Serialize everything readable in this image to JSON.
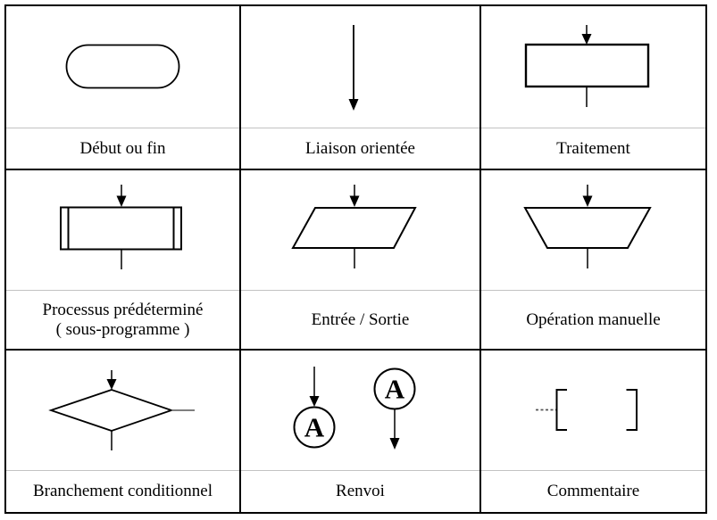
{
  "colors": {
    "background": "#ffffff",
    "grid_line": "#000000",
    "separator_line": "#c3c3c3",
    "text": "#000000",
    "symbol_stroke": "#000000",
    "muted_line": "#555555"
  },
  "table": {
    "rows": [
      {
        "cells": [
          {
            "symbol": "terminator",
            "label": "Début ou fin"
          },
          {
            "symbol": "flow-line-arrow",
            "label": "Liaison orientée"
          },
          {
            "symbol": "process",
            "label": "Traitement"
          }
        ]
      },
      {
        "cells": [
          {
            "symbol": "predefined-process",
            "label": "Processus prédéterminé",
            "sublabel": "( sous-programme )"
          },
          {
            "symbol": "input-output",
            "label": "Entrée / Sortie"
          },
          {
            "symbol": "manual-operation",
            "label": "Opération manuelle"
          }
        ]
      },
      {
        "cells": [
          {
            "symbol": "decision",
            "label": "Branchement conditionnel"
          },
          {
            "symbol": "connector",
            "label": "Renvoi",
            "letter": "A"
          },
          {
            "symbol": "comment",
            "label": "Commentaire"
          }
        ]
      }
    ]
  }
}
